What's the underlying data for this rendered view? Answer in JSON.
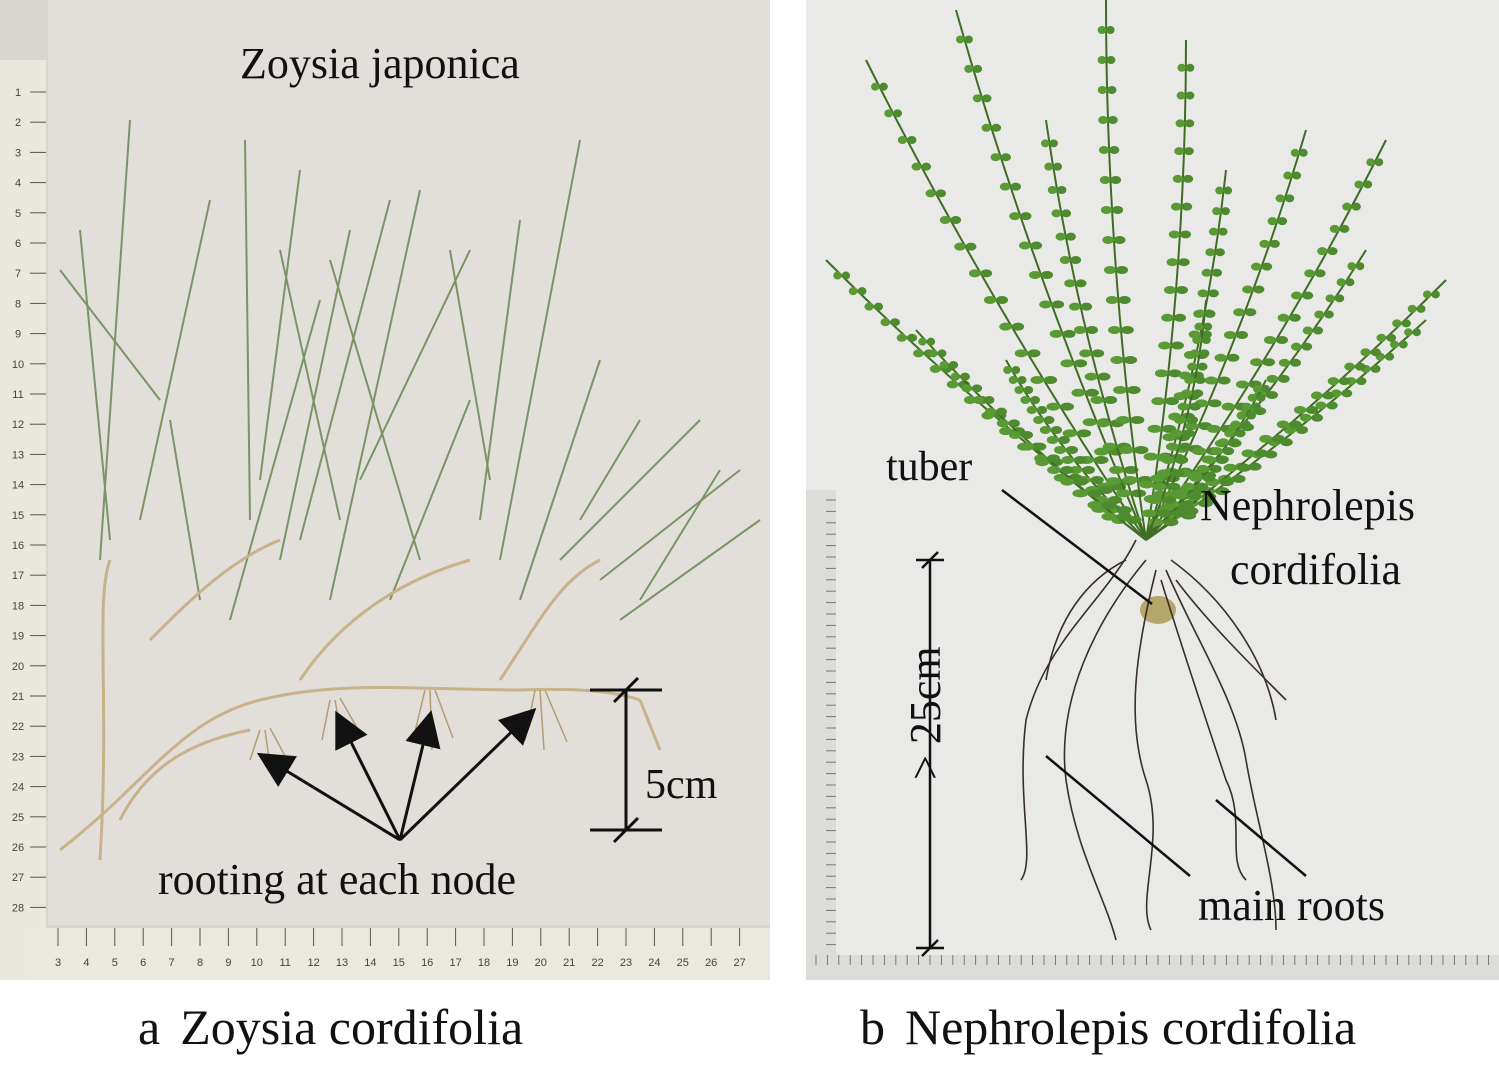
{
  "panel_a": {
    "title": "Zoysia japonica",
    "annotation": "rooting at each node",
    "scale_label": "5cm",
    "ruler_bottom_ticks": [
      "3",
      "4",
      "5",
      "6",
      "7",
      "8",
      "9",
      "10",
      "11",
      "12",
      "13",
      "14",
      "15",
      "16",
      "17",
      "18",
      "19",
      "20",
      "21",
      "22",
      "23",
      "24",
      "25",
      "26",
      "27"
    ],
    "ruler_left_ticks": [
      "1",
      "2",
      "3",
      "4",
      "5",
      "6",
      "7",
      "8",
      "9",
      "10",
      "11",
      "12",
      "13",
      "14",
      "15",
      "16",
      "17",
      "18",
      "19",
      "20",
      "21",
      "22",
      "23",
      "24",
      "25",
      "26",
      "27",
      "28"
    ]
  },
  "panel_b": {
    "tuber_label": "tuber",
    "species_line1": "Nephrolepis",
    "species_line2": "cordifolia",
    "roots_label": "main roots",
    "scale_label": "> 25cm"
  },
  "captions": {
    "a_letter": "a",
    "a_text": "Zoysia cordifolia",
    "b_letter": "b",
    "b_text": "Nephrolepis cordifolia"
  },
  "colors": {
    "paper_a": "#d9d6d0",
    "paper_b": "#e9e9e7",
    "grass_green": "#6f8f5a",
    "dry_stem": "#c9b48a",
    "fern_green": "#4e8a2e",
    "root_dark": "#3a2f26"
  }
}
